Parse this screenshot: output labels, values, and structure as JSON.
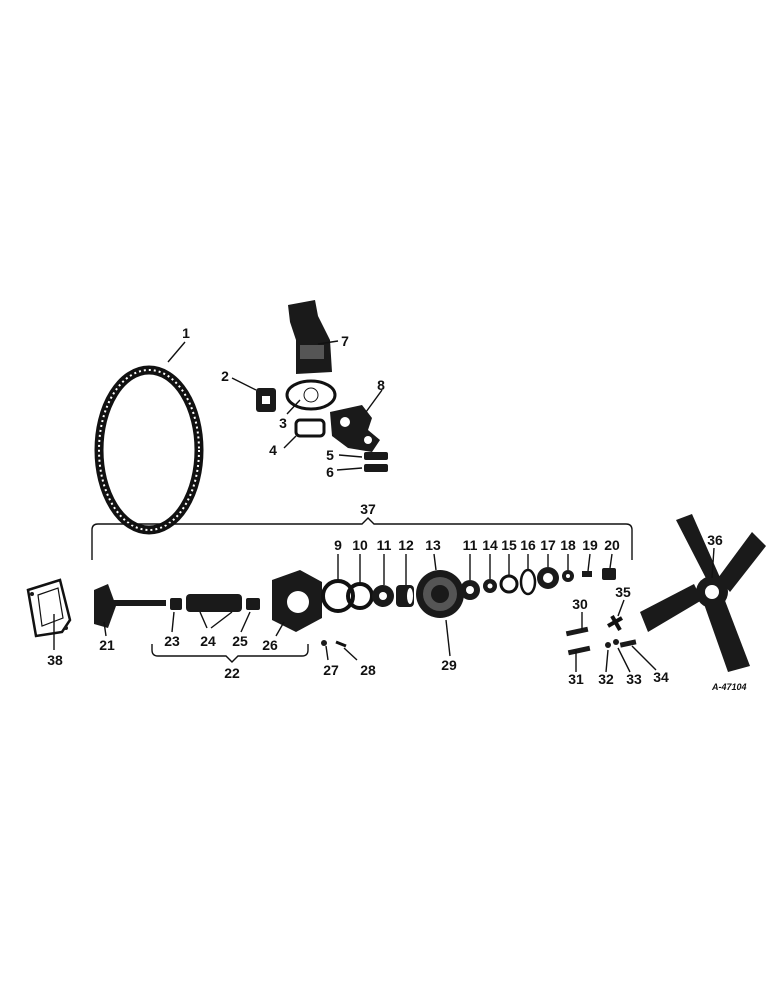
{
  "figure": {
    "reference_code": "A-47104"
  },
  "callouts": [
    {
      "id": "1",
      "part": "fan-belt"
    },
    {
      "id": "2",
      "part": "fitting"
    },
    {
      "id": "3",
      "part": "gasket"
    },
    {
      "id": "4",
      "part": "gasket"
    },
    {
      "id": "5",
      "part": "clamp"
    },
    {
      "id": "6",
      "part": "clamp"
    },
    {
      "id": "7",
      "part": "water-outlet-elbow"
    },
    {
      "id": "8",
      "part": "thermostat-housing"
    },
    {
      "id": "9",
      "part": "washer"
    },
    {
      "id": "10",
      "part": "seal"
    },
    {
      "id": "11",
      "part": "bearing"
    },
    {
      "id": "12",
      "part": "spacer"
    },
    {
      "id": "13",
      "part": "pulley-hub"
    },
    {
      "id": "14",
      "part": "washer"
    },
    {
      "id": "15",
      "part": "washer"
    },
    {
      "id": "16",
      "part": "ring"
    },
    {
      "id": "17",
      "part": "retainer"
    },
    {
      "id": "18",
      "part": "nut"
    },
    {
      "id": "19",
      "part": "bolt"
    },
    {
      "id": "20",
      "part": "fitting"
    },
    {
      "id": "21",
      "part": "impeller-shaft"
    },
    {
      "id": "22",
      "part": "pump-assembly-bracket"
    },
    {
      "id": "23",
      "part": "seal"
    },
    {
      "id": "24",
      "part": "seal-assembly"
    },
    {
      "id": "25",
      "part": "washer"
    },
    {
      "id": "26",
      "part": "pump-body"
    },
    {
      "id": "27",
      "part": "screw"
    },
    {
      "id": "28",
      "part": "screw"
    },
    {
      "id": "29",
      "part": "pulley"
    },
    {
      "id": "30",
      "part": "bolt"
    },
    {
      "id": "31",
      "part": "bolt"
    },
    {
      "id": "32",
      "part": "washer"
    },
    {
      "id": "33",
      "part": "nut"
    },
    {
      "id": "34",
      "part": "bolt"
    },
    {
      "id": "35",
      "part": "fitting"
    },
    {
      "id": "36",
      "part": "fan-blade"
    },
    {
      "id": "37",
      "part": "water-pump-assembly-bracket"
    },
    {
      "id": "38",
      "part": "gasket"
    }
  ]
}
